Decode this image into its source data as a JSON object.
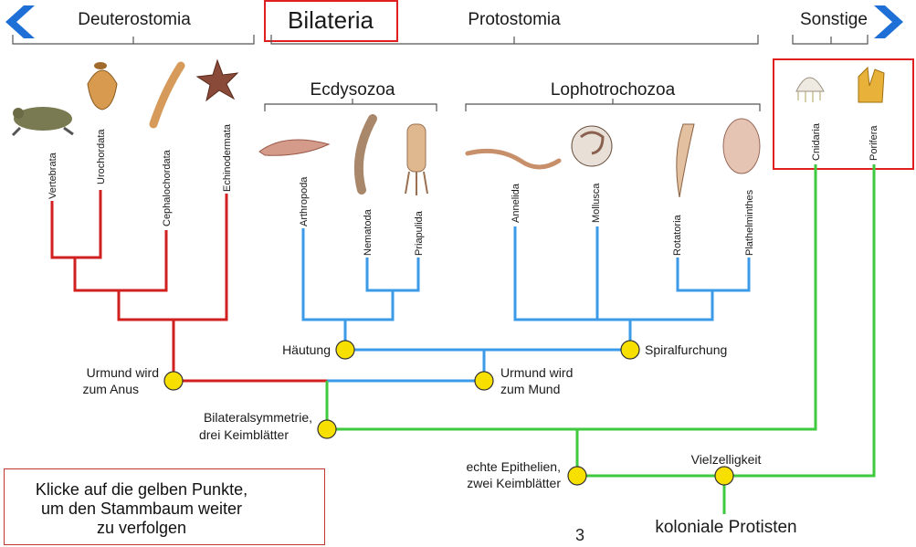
{
  "colors": {
    "deuterostomia": "#d21f1f",
    "protostomia": "#3b9be8",
    "basal": "#3ec93e",
    "node": "#f7e000",
    "highlight_border": "#e02020",
    "nav": "#1e6fd6"
  },
  "groups": {
    "deuterostomia": "Deuterostomia",
    "bilateria": "Bilateria",
    "protostomia": "Protostomia",
    "sonstige": "Sonstige",
    "ecdysozoa": "Ecdysozoa",
    "lophotrochozoa": "Lophotrochozoa"
  },
  "taxa": {
    "vertebrata": "Vertebrata",
    "urochordata": "Urochordata",
    "cephalochordata": "Cephalochordata",
    "echinodermata": "Echinodermata",
    "arthropoda": "Arthropoda",
    "nematoda": "Nematoda",
    "priapulida": "Priapulida",
    "annelida": "Annelida",
    "mollusca": "Mollusca",
    "rotatoria": "Rotatoria",
    "plathelminthes": "Plathelminthes",
    "cnidaria": "Cnidaria",
    "porifera": "Porifera"
  },
  "nodes": {
    "haeutung": "Häutung",
    "spiralfurchung": "Spiralfurchung",
    "urmund_anus_1": "Urmund wird",
    "urmund_anus_2": "zum Anus",
    "urmund_mund_1": "Urmund wird",
    "urmund_mund_2": "zum Mund",
    "bilateral_1": "Bilateralsymmetrie,",
    "bilateral_2": "drei Keimblätter",
    "epithel_1": "echte Epithelien,",
    "epithel_2": "zwei Keimblätter",
    "vielzelligkeit": "Vielzelligkeit",
    "root": "koloniale Protisten"
  },
  "hint": "Klicke auf die gelben Punkte,\num den Stammbaum weiter\nzu verfolgen",
  "page_number": "3"
}
